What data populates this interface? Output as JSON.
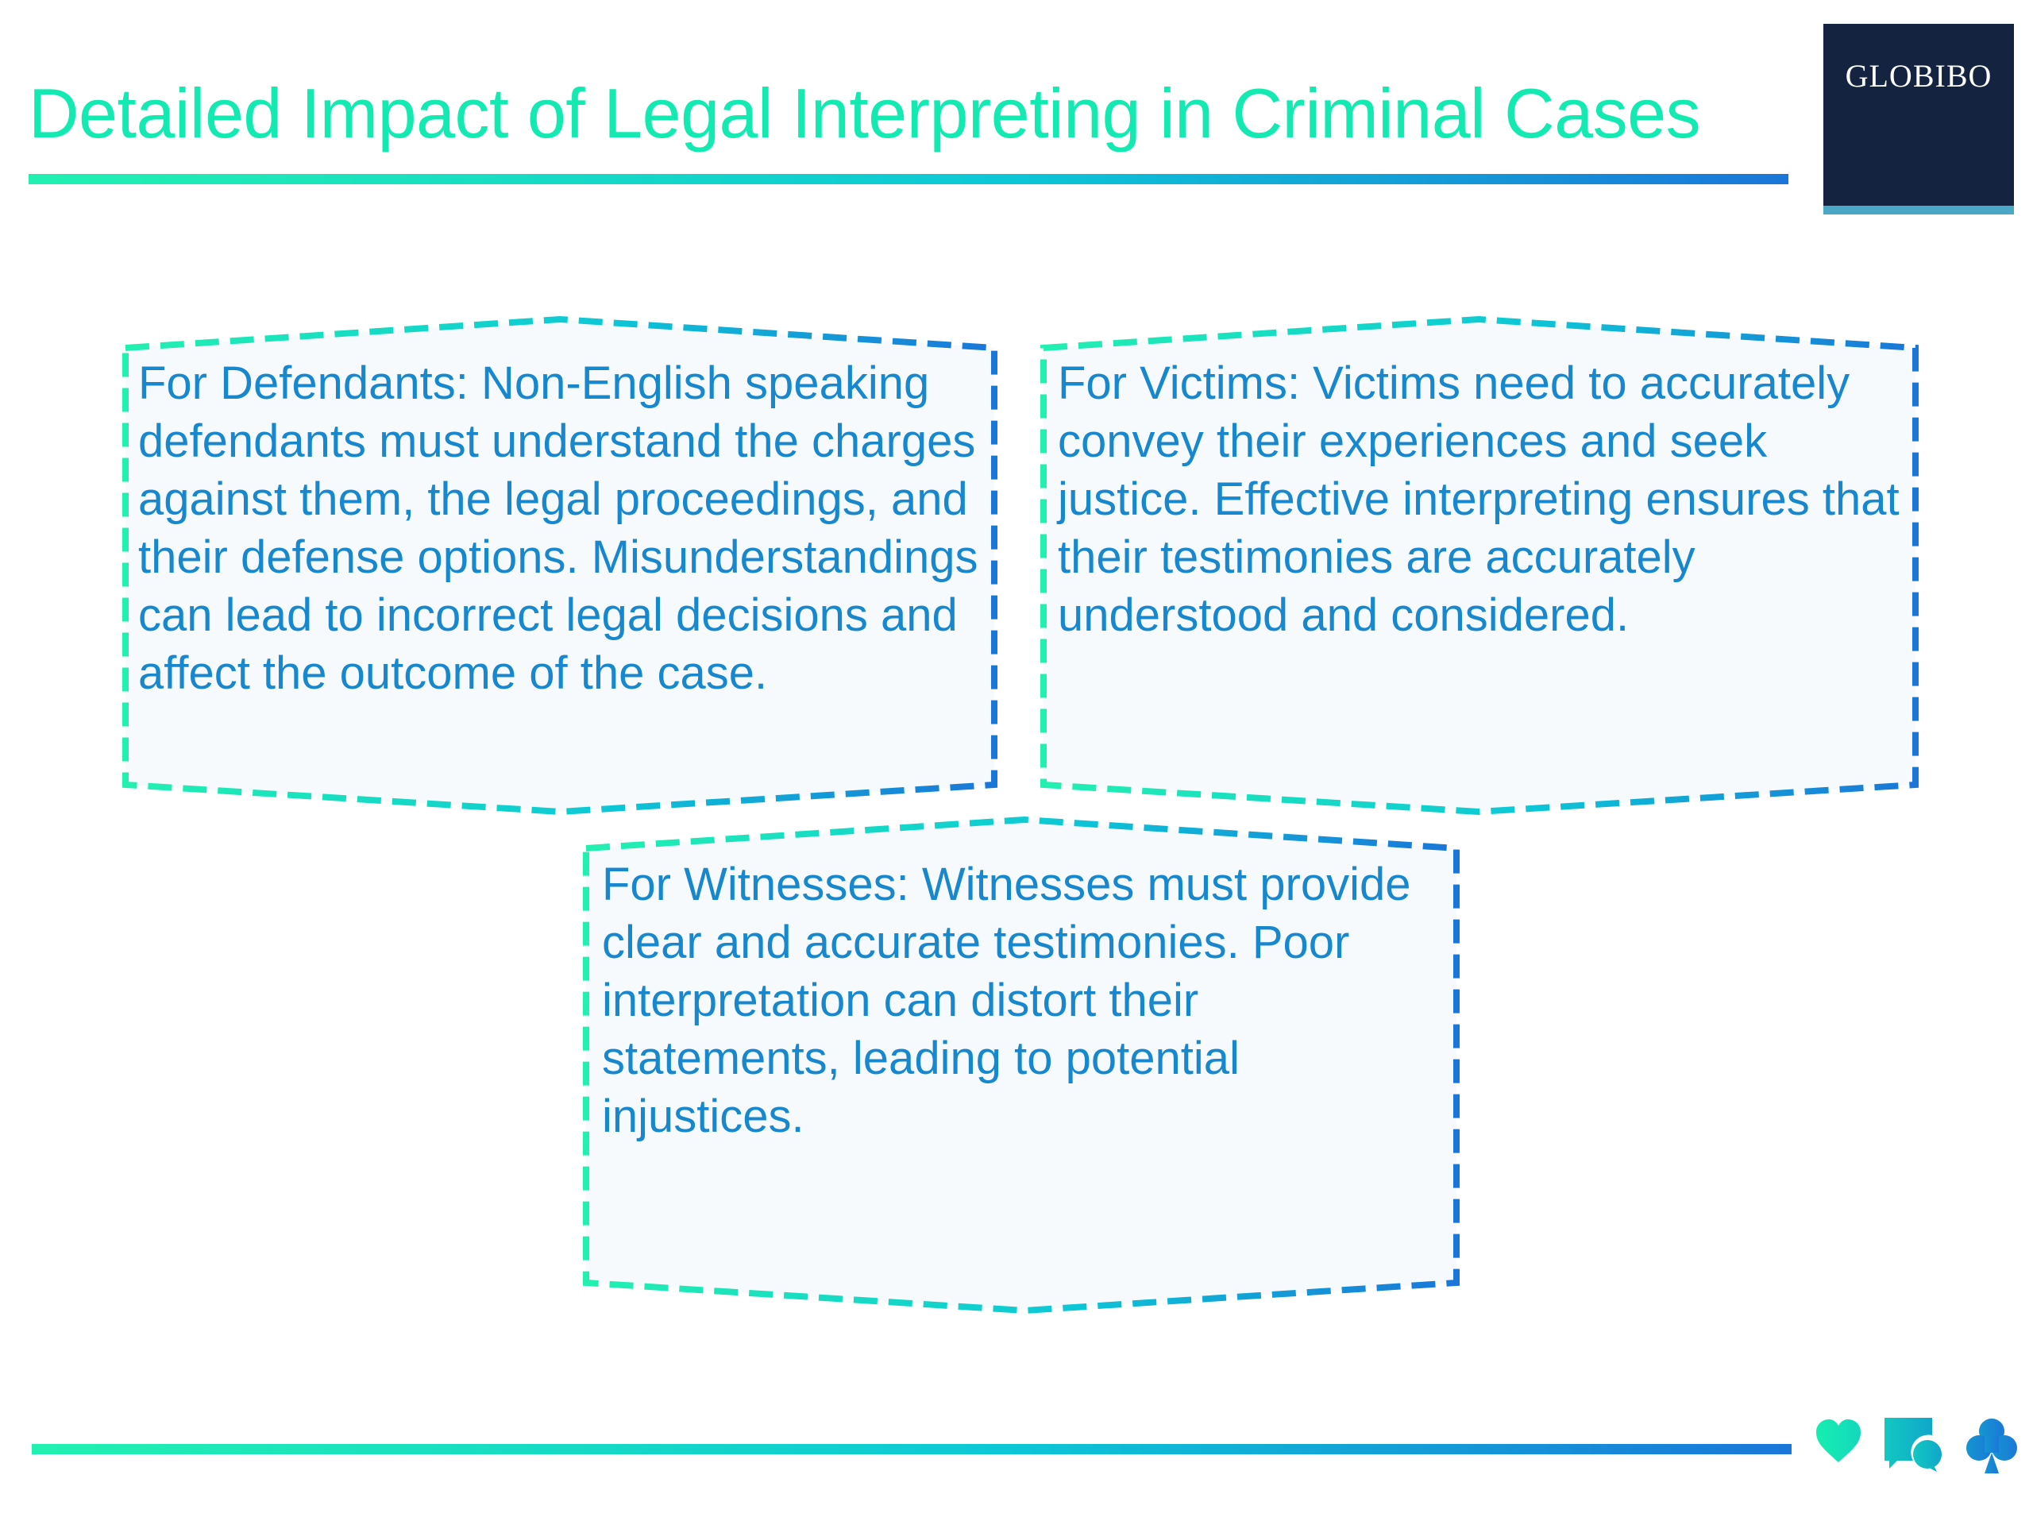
{
  "header": {
    "title": "Detailed Impact of Legal Interpreting in Criminal Cases",
    "logo_text": "GLOBIBO"
  },
  "colors": {
    "title": "#12eab2",
    "body_text": "#1888ce",
    "gradient_start": "#22f0b0",
    "gradient_mid": "#0cc8d6",
    "gradient_end": "#1a76d8",
    "logo_bg": "#142440",
    "logo_stripe": "#4aa8c6",
    "card_fill": "#f7fafc"
  },
  "cards": [
    {
      "id": "defendants",
      "text": "For Defendants: Non-English speaking defendants must understand the charges against them, the legal proceedings, and their defense options. Misunderstandings can lead to incorrect legal decisions and affect the outcome of the case."
    },
    {
      "id": "victims",
      "text": "For Victims: Victims need to accurately convey their experiences and seek justice. Effective interpreting ensures that their testimonies are accurately understood and considered."
    },
    {
      "id": "witnesses",
      "text": "For Witnesses: Witnesses must provide clear and accurate testimonies. Poor interpretation can distort their statements, leading to potential injustices."
    }
  ],
  "footer_icons": [
    "heart-icon",
    "chat-bubbles-icon",
    "club-icon"
  ]
}
